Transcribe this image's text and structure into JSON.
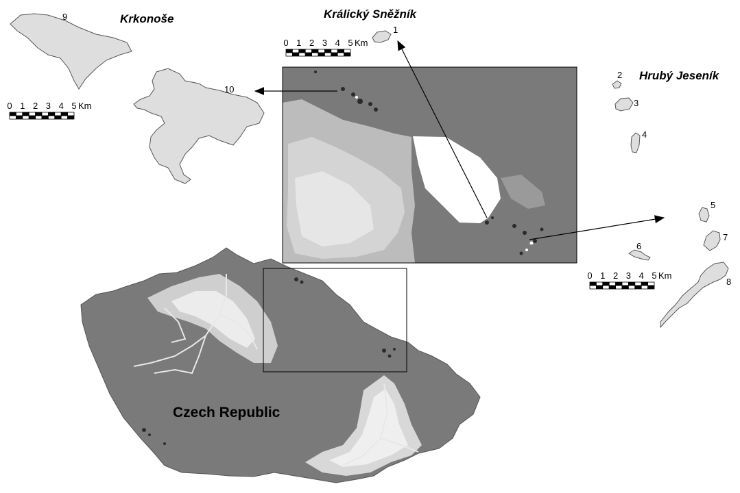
{
  "regions": {
    "krkonose": "Krkonoše",
    "kralicky": "Králický Sněžník",
    "hruby": "Hrubý Jeseník"
  },
  "country_label": "Czech Republic",
  "patch_numbers": [
    "1",
    "2",
    "3",
    "4",
    "5",
    "6",
    "7",
    "8",
    "9",
    "10"
  ],
  "scale_bar": {
    "ticks": [
      "0",
      "1",
      "2",
      "3",
      "4",
      "5"
    ],
    "unit": "Km"
  },
  "colors": {
    "patch_fill": "#dedede",
    "relief_dark": "#6b6b6b",
    "relief_mid": "#9a9a9a",
    "relief_light": "#c9c9c9",
    "relief_white": "#eeeeee"
  }
}
